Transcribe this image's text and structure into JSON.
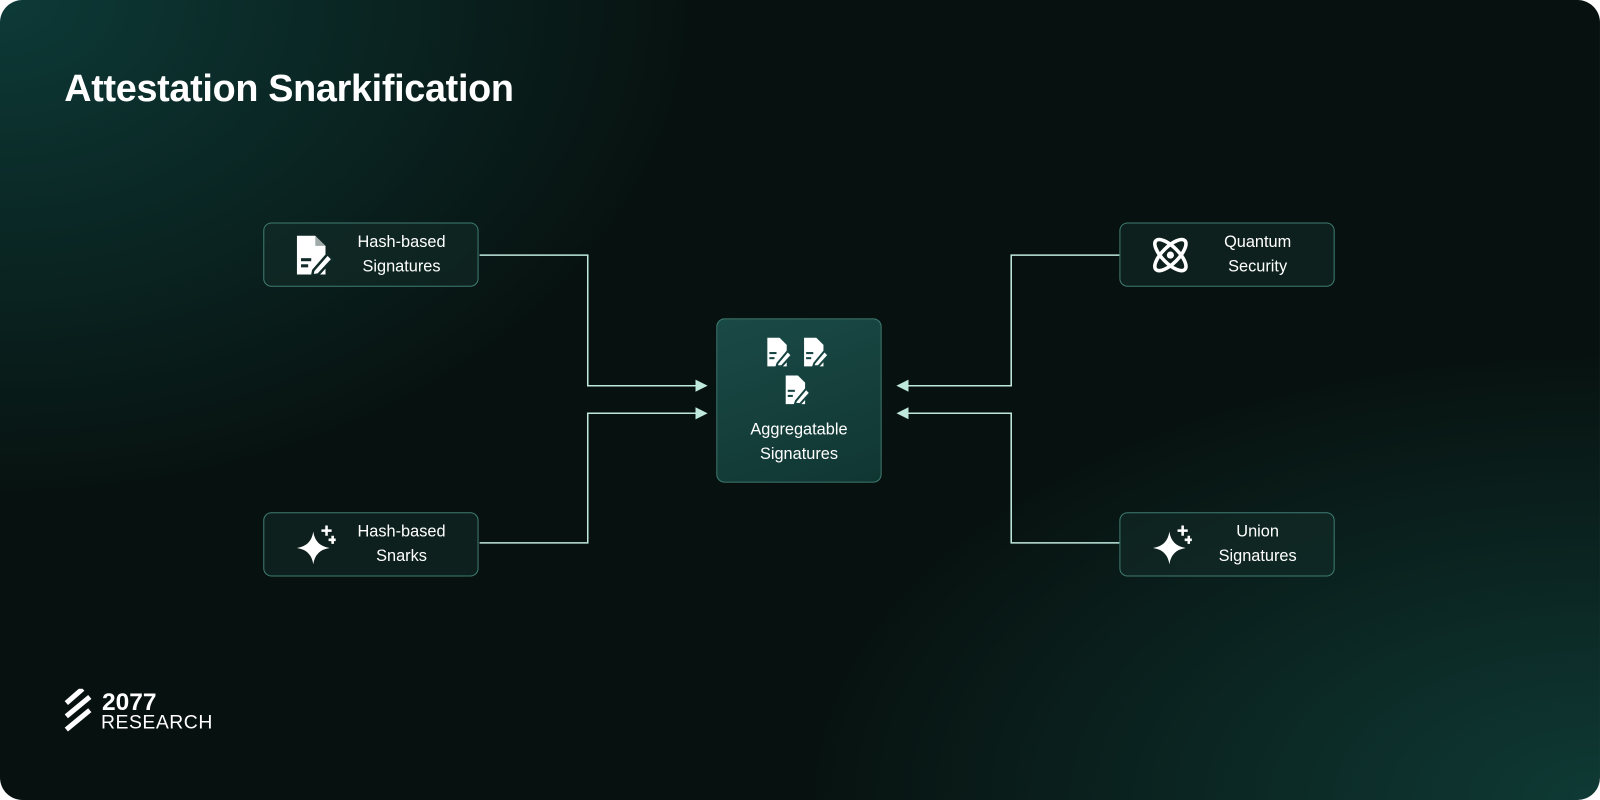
{
  "title": "Attestation Snarkification",
  "nodes": {
    "hash_sigs": {
      "line1": "Hash-based",
      "line2": "Signatures",
      "icon": "signed-document-icon"
    },
    "hash_snarks": {
      "line1": "Hash-based",
      "line2": "Snarks",
      "icon": "sparkle-icon"
    },
    "quantum": {
      "line1": "Quantum",
      "line2": "Security",
      "icon": "atom-icon"
    },
    "union": {
      "line1": "Union",
      "line2": "Signatures",
      "icon": "sparkle-icon"
    },
    "center": {
      "line1": "Aggregatable",
      "line2": "Signatures",
      "icon": "signed-document-icon"
    }
  },
  "logo": {
    "number": "2077",
    "name": "RESEARCH"
  },
  "colors": {
    "line": "#bfe9dd",
    "border": "#3f7c72"
  }
}
